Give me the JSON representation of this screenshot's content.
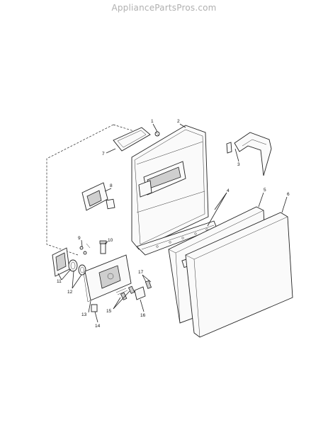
{
  "watermark": "AppliancePartsPros.com",
  "callouts": [
    {
      "label": "1"
    },
    {
      "label": "2"
    },
    {
      "label": "3"
    },
    {
      "label": "4"
    },
    {
      "label": "5"
    },
    {
      "label": "6"
    },
    {
      "label": "7"
    },
    {
      "label": "8"
    },
    {
      "label": "9"
    },
    {
      "label": "10"
    },
    {
      "label": "11"
    },
    {
      "label": "12"
    },
    {
      "label": "13"
    },
    {
      "label": "14"
    },
    {
      "label": "15"
    },
    {
      "label": "16"
    },
    {
      "label": "17"
    }
  ]
}
